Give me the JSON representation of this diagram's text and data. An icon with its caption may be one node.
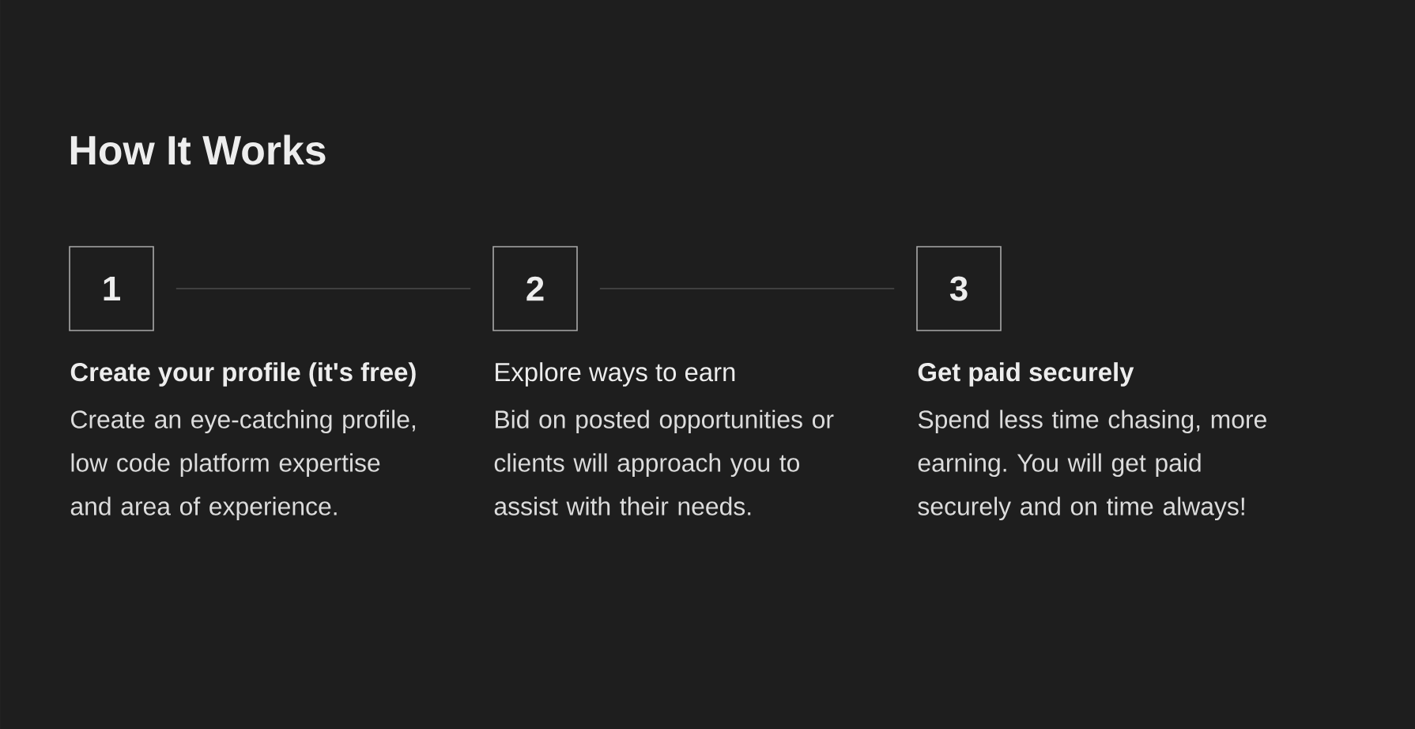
{
  "diagram": {
    "title": "How It Works",
    "nodes": [
      {
        "text": [
          "1"
        ],
        "beside": [
          "Create your profile (it's free)",
          "Create an eye-catching profile, low code platform expertise and area of experience."
        ]
      },
      {
        "text": [
          "2"
        ],
        "beside": [
          "Explore ways to earn",
          "Bid on posted opportunities or clients will approach you to assist with their needs."
        ]
      },
      {
        "text": [
          "3"
        ],
        "beside": [
          "Get paid securely",
          "Spend less time chasing, more earning. You will get paid securely and on time always!"
        ]
      }
    ],
    "edges": [
      {
        "from": 0,
        "to": 1,
        "arrow": "none"
      },
      {
        "from": 1,
        "to": 2,
        "arrow": "none"
      }
    ]
  }
}
